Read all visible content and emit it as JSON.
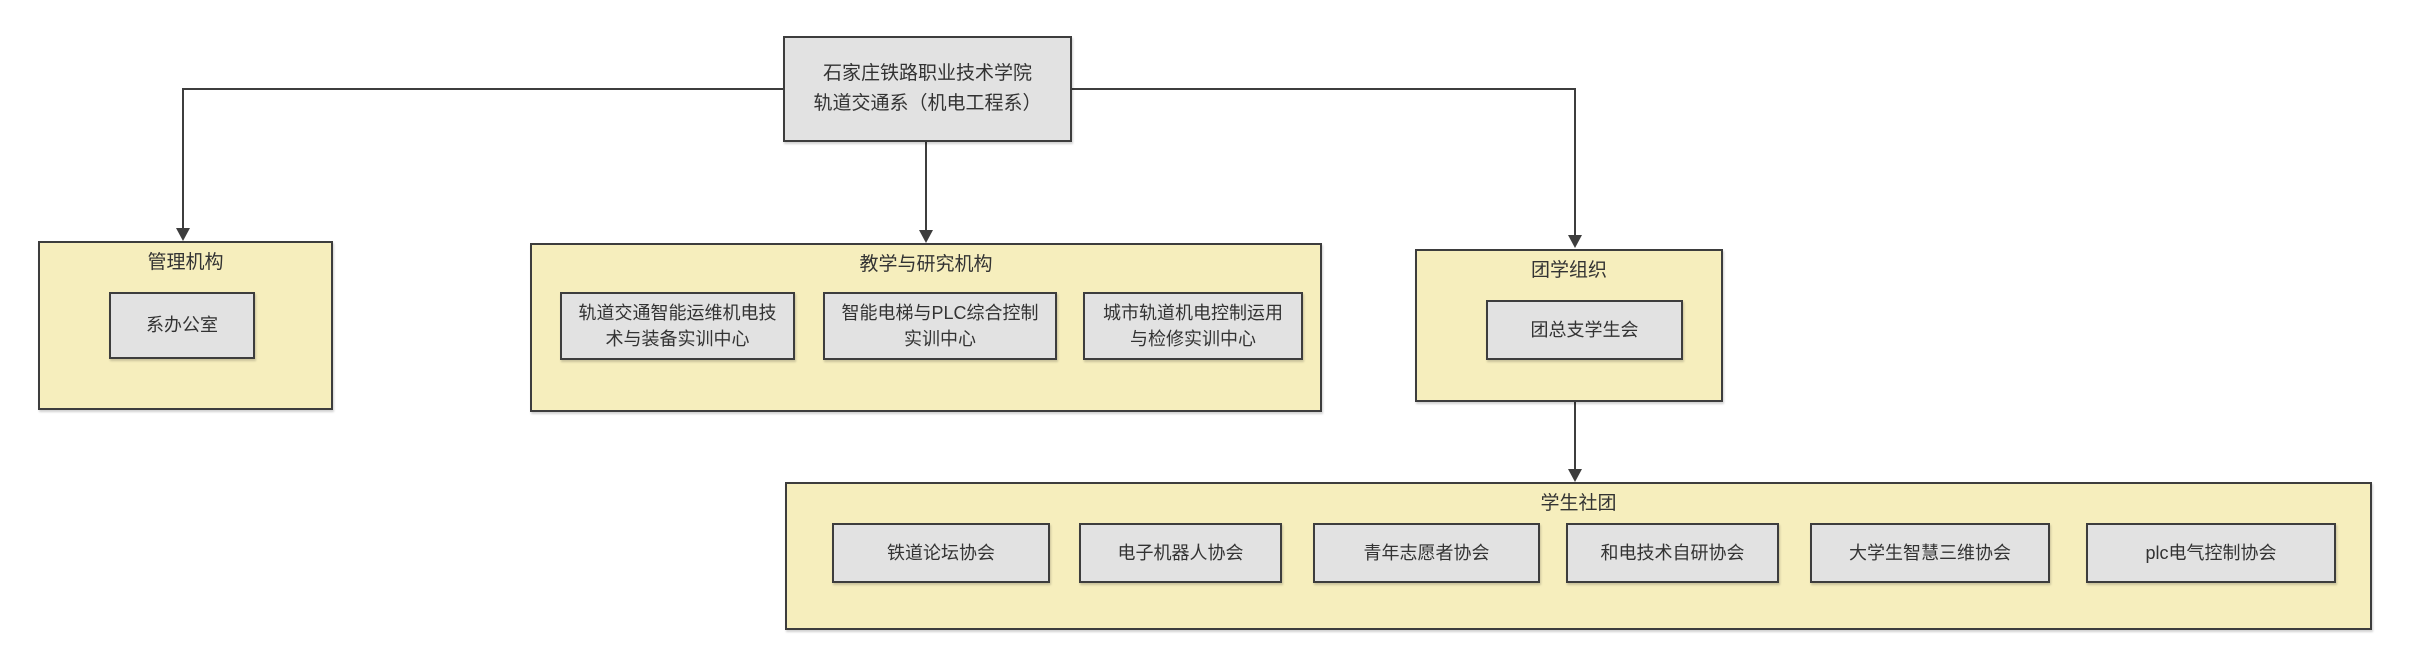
{
  "diagram": {
    "root": {
      "line1": "石家庄铁路职业技术学院",
      "line2": "轨道交通系（机电工程系）"
    },
    "management": {
      "label": "管理机构",
      "items": [
        {
          "label": "系办公室"
        }
      ]
    },
    "teaching": {
      "label": "教学与研究机构",
      "items": [
        {
          "label": "轨道交通智能运维机电技术与装备实训中心"
        },
        {
          "label": "智能电梯与PLC综合控制实训中心"
        },
        {
          "label": "城市轨道机电控制运用与检修实训中心"
        }
      ]
    },
    "league": {
      "label": "团学组织",
      "items": [
        {
          "label": "团总支学生会"
        }
      ]
    },
    "clubs": {
      "label": "学生社团",
      "items": [
        {
          "label": "铁道论坛协会"
        },
        {
          "label": "电子机器人协会"
        },
        {
          "label": "青年志愿者协会"
        },
        {
          "label": "和电技术自研协会"
        },
        {
          "label": "大学生智慧三维协会"
        },
        {
          "label": "plc电气控制协会"
        }
      ]
    }
  },
  "colors": {
    "group_fill": "#f6eebd",
    "node_fill": "#e2e2e2",
    "border": "#3d3d3d",
    "text": "#333333",
    "background": "#ffffff"
  }
}
